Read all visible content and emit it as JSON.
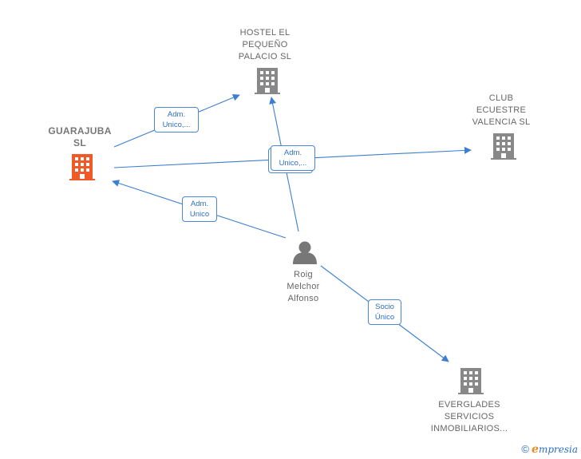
{
  "colors": {
    "edge": "#3c7fd0",
    "company": "#888888",
    "main_company": "#f05a28",
    "person": "#777777"
  },
  "nodes": {
    "guarajuba": {
      "label": "GUARAJUBA\nSL",
      "icon": "building-icon"
    },
    "hostel": {
      "label": "HOSTEL EL\nPEQUEÑO\nPALACIO SL",
      "icon": "building-icon"
    },
    "club": {
      "label": "CLUB\nECUESTRE\nVALENCIA  SL",
      "icon": "building-icon"
    },
    "roig": {
      "label": "Roig\nMelchor\nAlfonso",
      "icon": "person-icon"
    },
    "everglades": {
      "label": "EVERGLADES\nSERVICIOS\nINMOBILIARIOS...",
      "icon": "building-icon"
    }
  },
  "edges": {
    "guarajuba_hostel": "Adm.\nUnico,...",
    "roig_hostel_club": "Adm.\nUnico,...",
    "roig_guarajuba": "Adm.\nUnico",
    "roig_everglades": "Socio\nÚnico"
  },
  "footer": {
    "copyright": "©",
    "brand_initial": "e",
    "brand_rest": "mpresia"
  }
}
